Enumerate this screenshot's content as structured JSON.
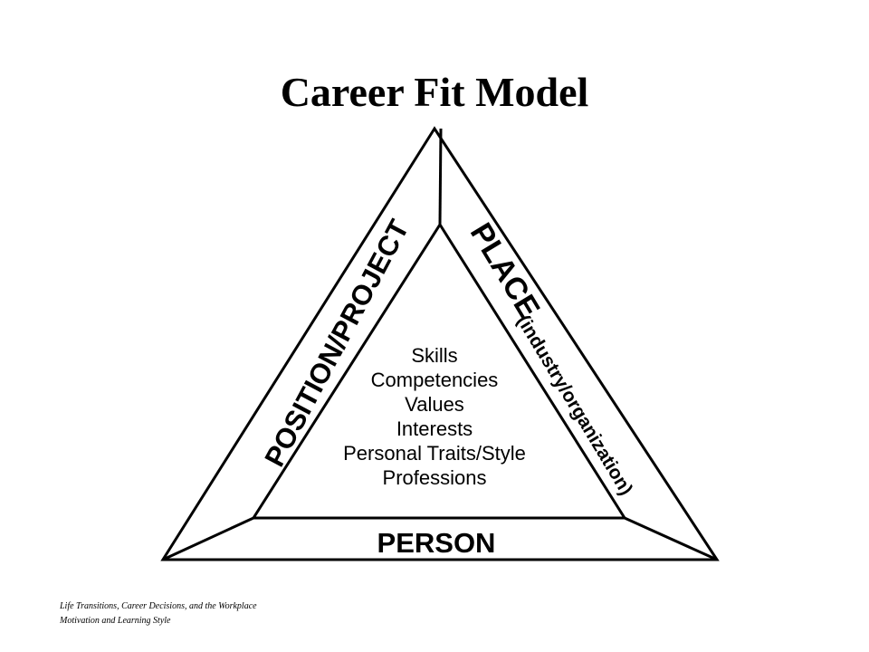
{
  "title": "Career Fit Model",
  "sides": {
    "left": "POSITION/PROJECT",
    "right": "PLACE",
    "right_sub": "(industry/organization)",
    "bottom": "PERSON"
  },
  "inner_items": [
    "Skills",
    "Competencies",
    "Values",
    "Interests",
    "Personal Traits/Style",
    "Professions"
  ],
  "footer": {
    "line1": "Life Transitions, Career Decisions, and the Workplace",
    "line2": "Motivation and Learning Style"
  }
}
